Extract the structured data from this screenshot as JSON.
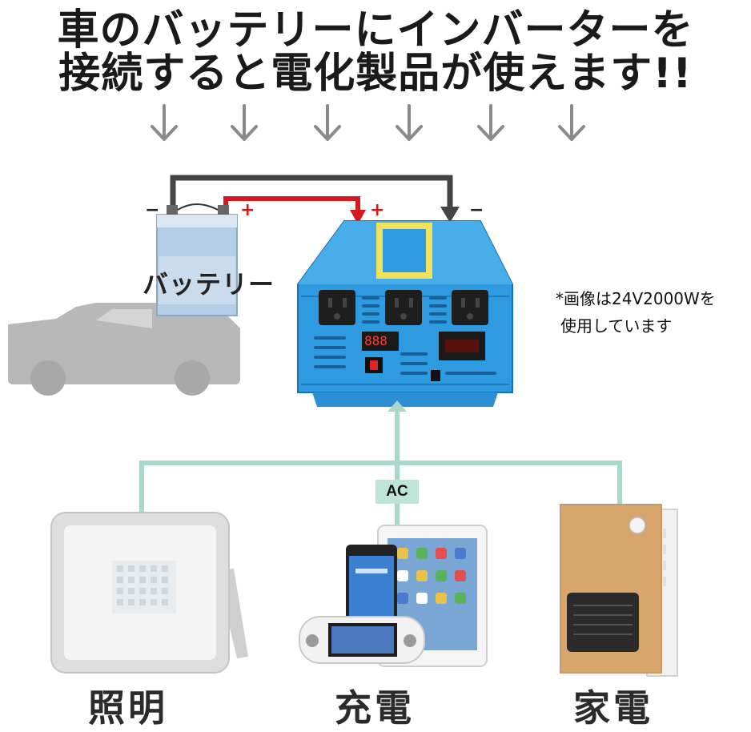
{
  "headline": {
    "line1": "車のバッテリーにインバーターを",
    "line2": "接続すると電化製品が使えます!!"
  },
  "battery": {
    "label": "バッテリー",
    "minus": "−",
    "plus": "+"
  },
  "inverter": {
    "minus": "−",
    "plus": "+",
    "display_digits": "888"
  },
  "note": {
    "line1": "*画像は24V2000Wを",
    "line2": "使用しています"
  },
  "ac_label": "AC",
  "devices": [
    {
      "label": "照明"
    },
    {
      "label": "充電"
    },
    {
      "label": "家電"
    }
  ],
  "colors": {
    "wire_negative": "#444444",
    "wire_positive": "#d9181e",
    "ac_line": "#a8d8cc",
    "inverter_body": "#2e9be0",
    "arrow": "#8a8a8a"
  }
}
